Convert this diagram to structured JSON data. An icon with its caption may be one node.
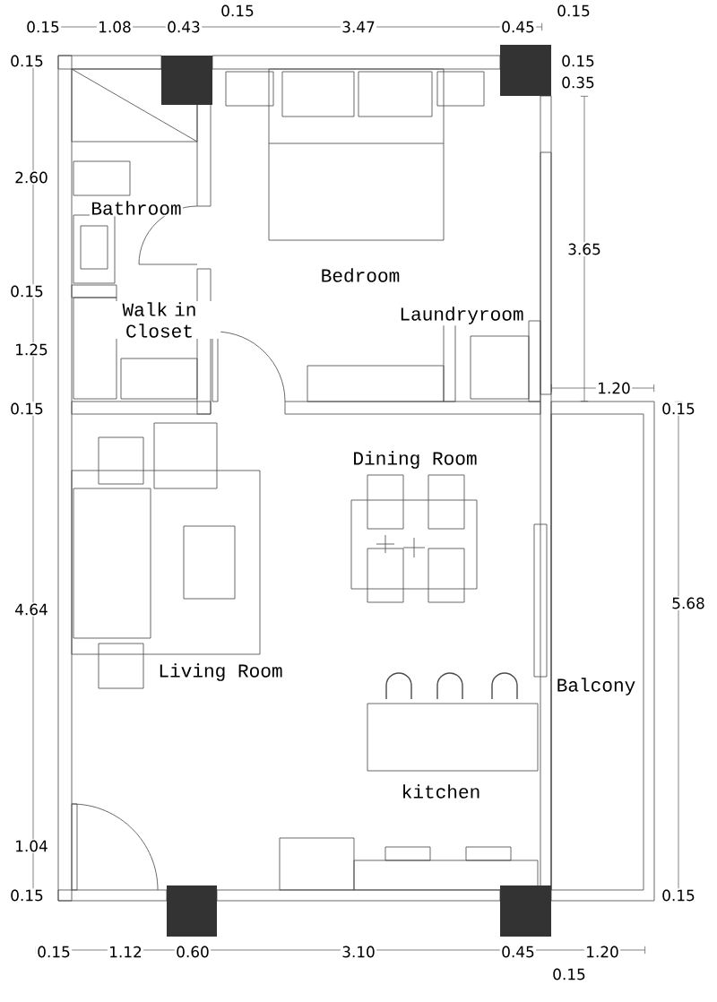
{
  "diagram": {
    "labels": [
      "0.15",
      "1.08",
      "0.43",
      "0.15",
      "3.47",
      "0.45",
      "0.15",
      "0.15",
      "0.15",
      "0.35",
      "2.60",
      "Bathroom",
      "3.65",
      "Bedroom",
      "0.15",
      "Walk in Closet",
      "Laundryroom",
      "1.25",
      "1.20",
      "0.15",
      "0.15",
      "Dining Room",
      "4.64",
      "Living Room",
      "Balcony",
      "5.68",
      "kitchen",
      "1.04",
      "0.15",
      "0.15",
      "0.15",
      "1.12",
      "0.60",
      "3.10",
      "0.45",
      "1.20",
      "0.15"
    ]
  }
}
